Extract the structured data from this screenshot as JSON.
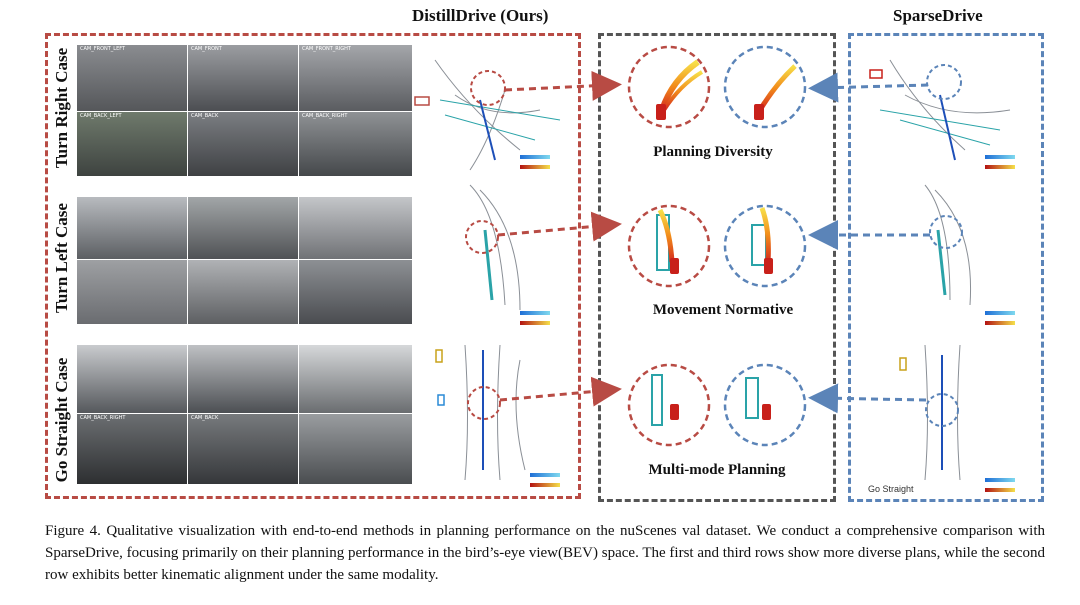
{
  "figure": {
    "headers": {
      "left": "DistillDrive (Ours)",
      "right": "SparseDrive"
    },
    "row_labels": [
      "Turn Right Case",
      "Turn Left Case",
      "Go Straight Case"
    ],
    "center_labels": [
      "Planning Diversity",
      "Movement Normative",
      "Multi-mode Planning"
    ],
    "camera_labels": {
      "row1": [
        "CAM_FRONT_LEFT",
        "CAM_FRONT",
        "CAM_FRONT_RIGHT",
        "CAM_BACK_LEFT",
        "CAM_BACK",
        "CAM_BACK_RIGHT"
      ],
      "row3": [
        "CAM_BACK_RIGHT",
        "CAM_BACK"
      ]
    },
    "go_straight_label": "Go Straight",
    "colors": {
      "distill": "#b84b44",
      "sparse": "#5b84b8",
      "center": "#555555"
    }
  },
  "caption": {
    "text": "Figure 4. Qualitative visualization with end-to-end methods in planning performance on the nuScenes val dataset. We conduct a comprehensive comparison with SparseDrive, focusing primarily on their planning performance in the bird’s-eye view(BEV) space. The first and third rows show more diverse plans, while the second row exhibits better kinematic alignment under the same modality."
  }
}
